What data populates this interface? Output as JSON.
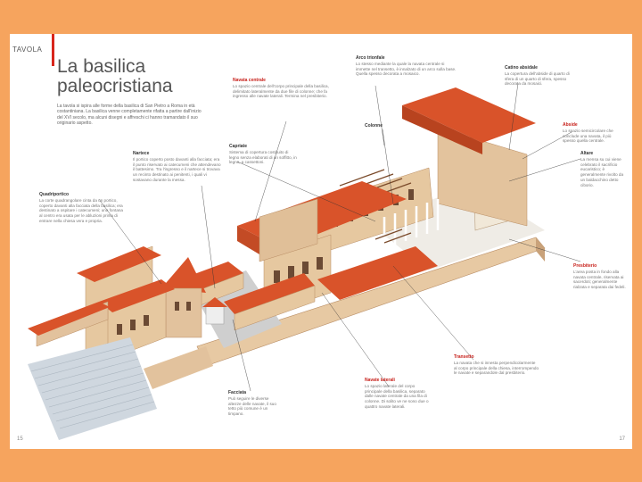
{
  "header": {
    "tag": "TAVOLA",
    "title_line1": "La basilica",
    "title_line2": "paleocristiana"
  },
  "intro": "La tavola si ispira alle forme della basilica di San Pietro a Roma in età costantiniana. La basilica venne completamente rifatta a partire dall'inizio del XVI secolo, ma alcuni disegni e affreschi ci hanno tramandato il suo originario aspetto.",
  "captions": {
    "arco_trionfale": {
      "title": "Arco trionfale",
      "text": "Lo stesso mediante la quale la navata centrale si immette nel transetto, è innalzato di un arco sulla base. Quella spesso decorata a mosaico."
    },
    "catino_absidale": {
      "title": "Catino absidale",
      "text": "La copertura dell'abside di quarto di sfera di un quarto di sfera, spesso decorata da mosaici."
    },
    "navata_centrale": {
      "title": "Navata centrale",
      "text": "Lo spazio centrale dell'corpo principale della basilica, delimitato lateralmente da due file di colonne; che fa ingresso alle navate laterali. Termina nel presbiterio."
    },
    "abside": {
      "title": "Abside",
      "text": "Lo spazio semicircolare che conclude una navata, il più spesso quella centrale."
    },
    "colonne": {
      "title": "Colonne"
    },
    "altare": {
      "title": "Altare",
      "text": "La mensa su cui viene celebrato il sacrificio eucaristico; è generalmente rivolto da un baldacchino detto ciborio."
    },
    "copertura": {
      "title": "Capriate",
      "text": "Sistema di copertura costituito di legno senza elaborati di un soffitto, in legno, a cassettoni."
    },
    "nartece": {
      "title": "Nartece",
      "text": "Il portico coperto posto davanti alla facciata; era il punto riservato ai catecumeni che attendevano il battesimo. Tra l'ingresso e il nartece si trovava un recinto destinato ai penitenti, i quali vi sostavano durante la messa."
    },
    "quadriportico": {
      "title": "Quadriportico",
      "text": "La corte quadrangolare cinta da un portico, coperto davanti alla facciata della basilica; era destinato a ospitare i catecumeni; una fontana al centro era usata per le abluzioni prima di entrare nella chiesa vera e propria."
    },
    "presbiterio": {
      "title": "Presbiterio",
      "text": "L'area posta in fondo alla navata centrale, riservata ai sacerdoti; generalmente rialzata e separata dai fedeli."
    },
    "transetto": {
      "title": "Transetto",
      "text": "La navata che si innesta perpendicolarmente al corpo principale della chiesa, interrompendo le navate e separandole dal presbiterio."
    },
    "navate_laterali": {
      "title": "Navate laterali",
      "text": "Lo spazio laterale del corpo principale della basilica, separato dalle navate centrale da una fila di colonne. Di solito ve ne sono due o quattro navate laterali."
    },
    "facciata": {
      "title": "Facciata",
      "text": "Può seguire le diverse altezze delle navate, il suo tetto più comune è un timpano."
    }
  },
  "page_numbers": {
    "left": "15",
    "right": "17"
  },
  "colors": {
    "frame": "#f6a45e",
    "accent": "#d8261c",
    "roof": "#d9532a",
    "wall": "#e6c8a0",
    "interior": "#efece6"
  }
}
